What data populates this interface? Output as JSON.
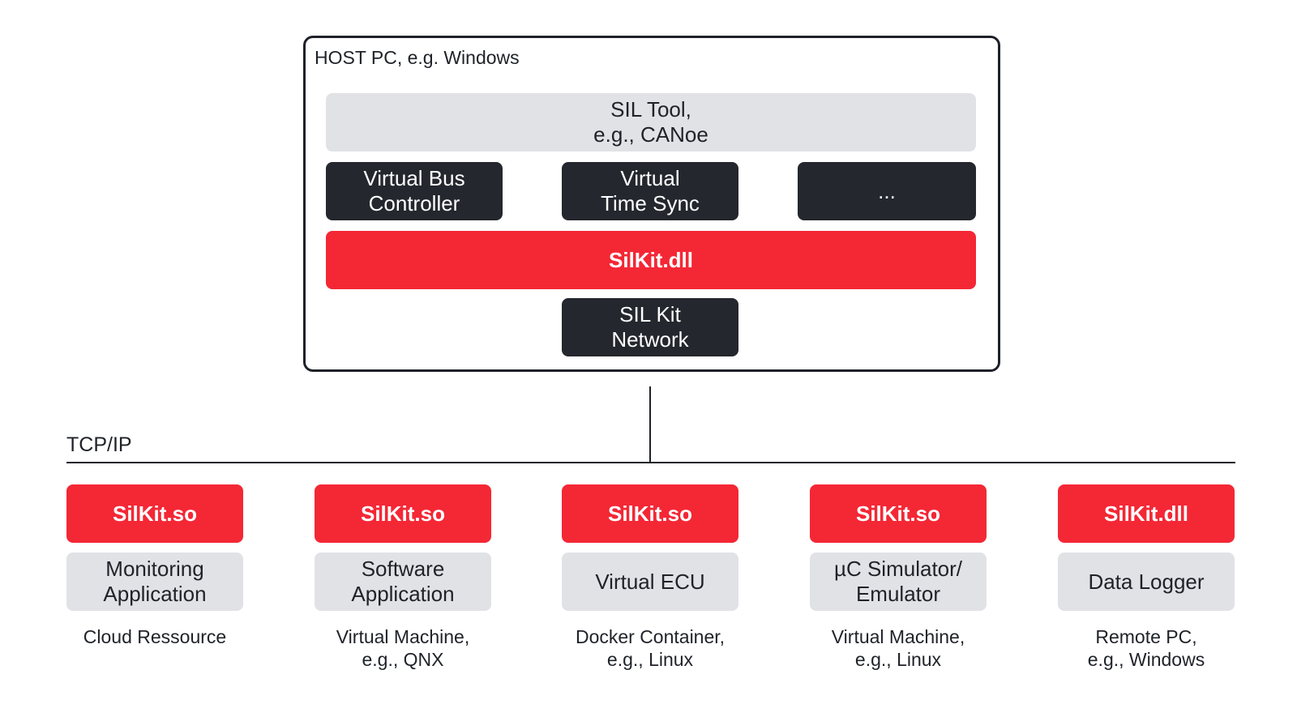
{
  "host": {
    "label": "HOST PC, e.g. Windows",
    "sil_tool": "SIL Tool,\ne.g., CANoe",
    "virtual_bus_controller": "Virtual Bus\nController",
    "virtual_time_sync": "Virtual\nTime Sync",
    "more": "...",
    "silkit_dll": "SilKit.dll",
    "silkit_network": "SIL Kit\nNetwork"
  },
  "network": {
    "label": "TCP/IP"
  },
  "nodes": [
    {
      "library": "SilKit.so",
      "application": "Monitoring\nApplication",
      "host": "Cloud Ressource"
    },
    {
      "library": "SilKit.so",
      "application": "Software\nApplication",
      "host": "Virtual Machine,\ne.g., QNX"
    },
    {
      "library": "SilKit.so",
      "application": "Virtual ECU",
      "host": "Docker Container,\ne.g., Linux"
    },
    {
      "library": "SilKit.so",
      "application": "µC Simulator/\nEmulator",
      "host": "Virtual Machine,\ne.g., Linux"
    },
    {
      "library": "SilKit.dll",
      "application": "Data Logger",
      "host": "Remote PC,\ne.g., Windows"
    }
  ],
  "colors": {
    "accent_red": "#f42735",
    "dark_block": "#24272d",
    "light_block": "#e1e2e5",
    "line": "#1e2127"
  }
}
